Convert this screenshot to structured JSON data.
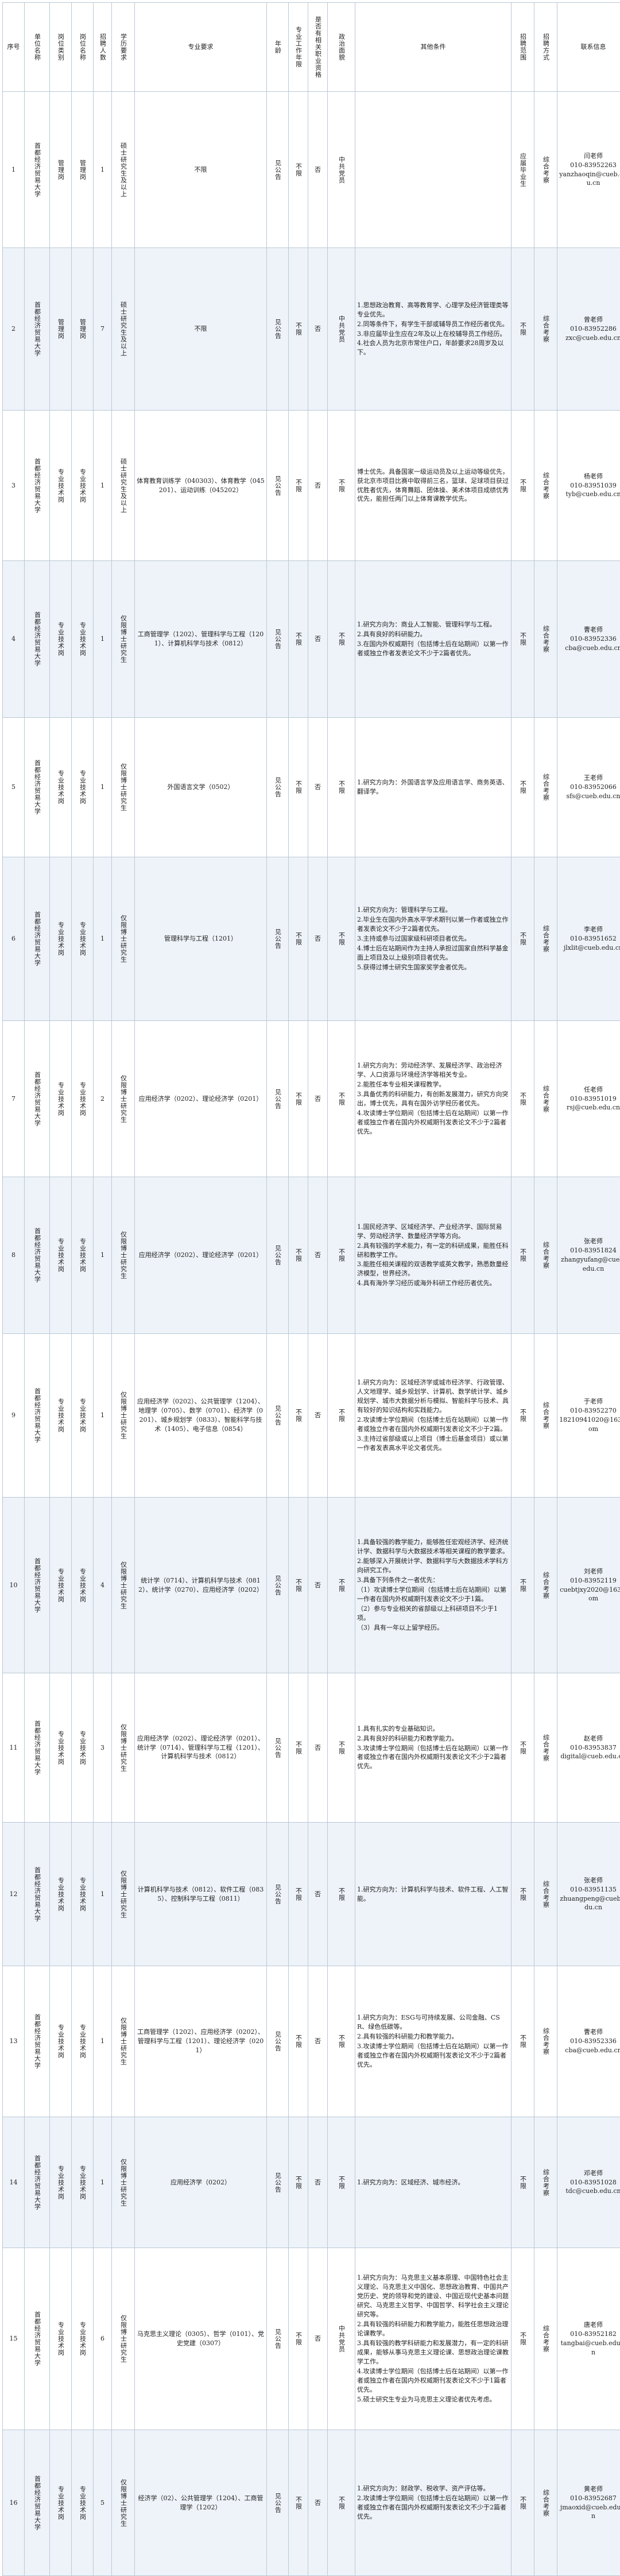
{
  "headers": {
    "no": "序号",
    "unit": "单位名称",
    "post_category": "岗位类别",
    "post_level": "岗位名称",
    "count": "招聘人数",
    "education": "学历要求",
    "major": "专业要求",
    "age": "年龄",
    "work_exp": "专业工作年限",
    "related": "是否有相关职业资格",
    "politics": "政治面貌",
    "other": "其他条件",
    "scope": "招聘范围",
    "method": "招聘方式",
    "contact": "联系信息"
  },
  "rows": [
    {
      "no": "1",
      "unit": "首都经济贸易大学",
      "post_category": "管理岗",
      "post_level": "管理岗",
      "count": "1",
      "education": "硕士研究生及以上",
      "major": "不限",
      "age": "见公告",
      "work_exp": "不限",
      "related": "否",
      "politics": "中共党员",
      "other": [],
      "scope": "应届毕业生",
      "method": "综合考察",
      "contact": [
        "闫老师",
        "010-83952263",
        "yanzhaoqin@cueb.edu.cn"
      ]
    },
    {
      "no": "2",
      "unit": "首都经济贸易大学",
      "post_category": "管理岗",
      "post_level": "管理岗",
      "count": "7",
      "education": "硕士研究生及以上",
      "major": "不限",
      "age": "见公告",
      "work_exp": "不限",
      "related": "否",
      "politics": "中共党员",
      "other": [
        "1.思想政治教育、高等教育学、心理学及经济管理类等专业优先。",
        "2.同等条件下，有学生干部或辅导员工作经历者优先。",
        "3.非应届毕业生应在2年及以上在校辅导员工作经历。",
        "4.社会人员为北京市常住户口，年龄要求28周岁及以下。"
      ],
      "scope": "不限",
      "method": "综合考察",
      "contact": [
        "曾老师",
        "010-83952286",
        "zxc@cueb.edu.cn"
      ]
    },
    {
      "no": "3",
      "unit": "首都经济贸易大学",
      "post_category": "专业技术岗",
      "post_level": "专业技术岗",
      "count": "1",
      "education": "硕士研究生及以上",
      "major": "体育教育训练学（040303）、体育教学（045201）、运动训练（045202）",
      "age": "见公告",
      "work_exp": "不限",
      "related": "否",
      "politics": "不限",
      "other": [
        "博士优先。具备国家一级运动员及以上运动等级优先，获北京市项目比赛中取得前三名，篮球、足球项目获过优胜者优先，体育舞蹈、团体操、美术体项目成绩优秀优先，能担任两门以上体育课教学优先。"
      ],
      "scope": "不限",
      "method": "综合考察",
      "contact": [
        "杨老师",
        "010-83951039",
        "tyb@cueb.edu.cn"
      ]
    },
    {
      "no": "4",
      "unit": "首都经济贸易大学",
      "post_category": "专业技术岗",
      "post_level": "专业技术岗",
      "count": "1",
      "education": "仅限博士研究生",
      "major": "工商管理学（1202）、管理科学与工程（1201）、计算机科学与技术（0812）",
      "age": "见公告",
      "work_exp": "不限",
      "related": "否",
      "politics": "不限",
      "other": [
        "1.研究方向为：商业人工智能、管理科学与工程。",
        "2.具有良好的科研能力。",
        "3.在国内外权威期刊（包括博士后在站期间）以第一作者或独立作者发表论文不少于2篇者优先。"
      ],
      "scope": "不限",
      "method": "综合考察",
      "contact": [
        "曹老师",
        "010-83952336",
        "cba@cueb.edu.cn"
      ]
    },
    {
      "no": "5",
      "unit": "首都经济贸易大学",
      "post_category": "专业技术岗",
      "post_level": "专业技术岗",
      "count": "1",
      "education": "仅限博士研究生",
      "major": "外国语言文学（0502）",
      "age": "见公告",
      "work_exp": "不限",
      "related": "否",
      "politics": "不限",
      "other": [
        "1.研究方向为：外国语言学及应用语言学、商务英语、翻译学。"
      ],
      "scope": "不限",
      "method": "综合考察",
      "contact": [
        "王老师",
        "010-83952066",
        "sfs@cueb.edu.cn"
      ]
    },
    {
      "no": "6",
      "unit": "首都经济贸易大学",
      "post_category": "专业技术岗",
      "post_level": "专业技术岗",
      "count": "1",
      "education": "仅限博士研究生",
      "major": "管理科学与工程（1201）",
      "age": "见公告",
      "work_exp": "不限",
      "related": "否",
      "politics": "不限",
      "other": [
        "1.研究方向为：管理科学与工程。",
        "2.毕业生在国内外高水平学术期刊以第一作者或独立作者发表论文不少于2篇者优先。",
        "3.主持或参与过国家级科研项目者优先。",
        "4.博士后在站期间作为主持人承担过国家自然科学基金面上项目及以上级别项目者优先。",
        "5.获得过博士研究生国家奖学金者优先。"
      ],
      "scope": "不限",
      "method": "综合考察",
      "contact": [
        "李老师",
        "010-83951652",
        "jlxlit@cueb.edu.cn"
      ]
    },
    {
      "no": "7",
      "unit": "首都经济贸易大学",
      "post_category": "专业技术岗",
      "post_level": "专业技术岗",
      "count": "2",
      "education": "仅限博士研究生",
      "major": "应用经济学（0202）、理论经济学（0201）",
      "age": "见公告",
      "work_exp": "不限",
      "related": "否",
      "politics": "不限",
      "other": [
        "1.研究方向为：劳动经济学、发展经济学、政治经济学、人口资源与环境经济学等相关专业。",
        "2.能胜任本专业相关课程教学。",
        "3.具备优秀的科研能力，有创新发展潜力，研究方向突出，博士优先，具有在国外访学经历者优先。",
        "4.攻读博士学位期间（包括博士后在站期间）以第一作者或独立作者在国内外权威期刊发表论文不少于2篇者优先。"
      ],
      "scope": "不限",
      "method": "综合考察",
      "contact": [
        "任老师",
        "010-83951019",
        "rsj@cueb.edu.cn"
      ]
    },
    {
      "no": "8",
      "unit": "首都经济贸易大学",
      "post_category": "专业技术岗",
      "post_level": "专业技术岗",
      "count": "1",
      "education": "仅限博士研究生",
      "major": "应用经济学（0202）、理论经济学（0201）",
      "age": "见公告",
      "work_exp": "不限",
      "related": "否",
      "politics": "不限",
      "other": [
        "1.国民经济学、区域经济学、产业经济学、国际贸易学、劳动经济学、数量经济学等方向。",
        "2.具有较强的学术能力，有一定的科研成果，能胜任科研和教学工作。",
        "3.能胜任相关课程的双语教学或英文教学，熟悉数量经济模型，世界经济。",
        "4.具有海外学习经历或海外科研工作经历者优先。"
      ],
      "scope": "不限",
      "method": "综合考察",
      "contact": [
        "张老师",
        "010-83951824",
        "zhangyufang@cueb.edu.cn"
      ]
    },
    {
      "no": "9",
      "unit": "首都经济贸易大学",
      "post_category": "专业技术岗",
      "post_level": "专业技术岗",
      "count": "1",
      "education": "仅限博士研究生",
      "major": "应用经济学（0202）、公共管理学（1204）、地理学（0705）、数学（0701）、经济学（0201）、城乡规划学（0833）、智能科学与技术（1405）、电子信息（0854）",
      "age": "见公告",
      "work_exp": "不限",
      "related": "否",
      "politics": "不限",
      "other": [
        "1.研究方向为：区域经济学或城市经济学、行政管理、人文地理学、城乡规划学、计算机、数学统计学、城乡规划学、城市大数据分析与模拟、智能科学与技术、具有较好的知识结构和实践能力。",
        "2.攻读博士学位期间（包括博士后在站期间）以第一作者或独立作者在国内外权威期刊发表论文不少于2篇。",
        "3.主持过省部级或以上项目（博士后基金项目）或以第一作者发表高水平论文者优先。"
      ],
      "scope": "不限",
      "method": "综合考察",
      "contact": [
        "于老师",
        "010-83952270",
        "18210941020@163.com"
      ]
    },
    {
      "no": "10",
      "unit": "首都经济贸易大学",
      "post_category": "专业技术岗",
      "post_level": "专业技术岗",
      "count": "4",
      "education": "仅限博士研究生",
      "major": "统计学（0714）、计算机科学与技术（0812）、统计学（0270）、应用经济学（0202）",
      "age": "见公告",
      "work_exp": "不限",
      "related": "否",
      "politics": "不限",
      "other": [
        "1.具备较强的教学能力，能够胜任宏观经济学、经济统计学、数据科学与大数据技术等相关课程的教学要求。",
        "2.能够深入开展统计学、数据科学与大数据技术学科方向研究工作。",
        "3.具备下列条件之一者优先：",
        "（1）攻读博士学位期间（包括博士后在站期间）以第一作者在国内外权威期刊发表论文不少于1篇。",
        "（2）参与专业相关的省部级以上科研项目不少于1项。",
        "（3）具有一年以上留学经历。"
      ],
      "scope": "不限",
      "method": "综合考察",
      "contact": [
        "刘老师",
        "010-83952119",
        "cuebtjxy2020@163.com"
      ]
    },
    {
      "no": "11",
      "unit": "首都经济贸易大学",
      "post_category": "专业技术岗",
      "post_level": "专业技术岗",
      "count": "3",
      "education": "仅限博士研究生",
      "major": "应用经济学（0202）、理论经济学（0201）、统计学（0714）、管理科学与工程（1201）、计算机科学与技术（0812）",
      "age": "见公告",
      "work_exp": "不限",
      "related": "否",
      "politics": "不限",
      "other": [
        "1.具有扎实的专业基础知识。",
        "2.具有良好的科研能力和教学能力。",
        "3.攻读博士学位期间（包括博士后在站期间）以第一作者或独立作者在国内外权威期刊发表论文不少于2篇者优先。"
      ],
      "scope": "不限",
      "method": "综合考察",
      "contact": [
        "赵老师",
        "010-83953837",
        "digital@cueb.edu.cn"
      ]
    },
    {
      "no": "12",
      "unit": "首都经济贸易大学",
      "post_category": "专业技术岗",
      "post_level": "专业技术岗",
      "count": "1",
      "education": "仅限博士研究生",
      "major": "计算机科学与技术（0812）、软件工程（0835）、控制科学与工程（0811）",
      "age": "见公告",
      "work_exp": "不限",
      "related": "否",
      "politics": "不限",
      "other": [
        "1.研究方向为：计算机科学与技术、软件工程、人工智能。"
      ],
      "scope": "不限",
      "method": "综合考察",
      "contact": [
        "张老师",
        "010-83951135",
        "zhuangpeng@cueb.edu.cn"
      ]
    },
    {
      "no": "13",
      "unit": "首都经济贸易大学",
      "post_category": "专业技术岗",
      "post_level": "专业技术岗",
      "count": "1",
      "education": "仅限博士研究生",
      "major": "工商管理学（1202）、应用经济学（0202）、管理科学与工程（1201）、理论经济学（0201）",
      "age": "见公告",
      "work_exp": "不限",
      "related": "否",
      "politics": "不限",
      "other": [
        "1.研究方向为：ESG与可持续发展、公司金融、CSR、绿色低碳等。",
        "2.具有较强的科研能力和教学能力。",
        "3.攻读博士学位期间（包括博士后在站期间）以第一作者或独立作者在国内外权威期刊发表论文不少于2篇者优先。"
      ],
      "scope": "不限",
      "method": "综合考察",
      "contact": [
        "曹老师",
        "010-83952336",
        "cba@cueb.edu.cn"
      ]
    },
    {
      "no": "14",
      "unit": "首都经济贸易大学",
      "post_category": "专业技术岗",
      "post_level": "专业技术岗",
      "count": "1",
      "education": "仅限博士研究生",
      "major": "应用经济学（0202）",
      "age": "见公告",
      "work_exp": "不限",
      "related": "否",
      "politics": "不限",
      "other": [
        "1.研究方向为：区域经济、城市经济。"
      ],
      "scope": "不限",
      "method": "综合考察",
      "contact": [
        "邓老师",
        "010-83951028",
        "tdc@cueb.edu.cn"
      ]
    },
    {
      "no": "15",
      "unit": "首都经济贸易大学",
      "post_category": "专业技术岗",
      "post_level": "专业技术岗",
      "count": "6",
      "education": "仅限博士研究生",
      "major": "马克思主义理论（0305）、哲学（0101）、党史党建（0307）",
      "age": "见公告",
      "work_exp": "不限",
      "related": "否",
      "politics": "中共党员",
      "other": [
        "1.研究方向为：马克思主义基本原理、中国特色社会主义理论、马克思主义中国化、思想政治教育、中国共产党历史、党的领导和党的建设、中国近现代史基本问题研究、马克思主义哲学、中国哲学、科学社会主义理论研究等。",
        "2.具有较强的科研能力和教学能力，能胜任思想政治理论课教学。",
        "3.具有较强的教学科研能力和发展潜力，有一定的科研成果，能够从事马克思主义理论课、思想政治理论课教学工作。",
        "4.攻读博士学位期间（包括博士后在站期间）以第一作者或独立作者在国内外权威期刊发表论文不少于1篇者优先。",
        "5.硕士研究生专业为马克思主义理论者优先考虑。"
      ],
      "scope": "不限",
      "method": "综合考察",
      "contact": [
        "唐老师",
        "010-83952182",
        "tangbai@cueb.edu.cn"
      ]
    },
    {
      "no": "16",
      "unit": "首都经济贸易大学",
      "post_category": "专业技术岗",
      "post_level": "专业技术岗",
      "count": "5",
      "education": "仅限博士研究生",
      "major": "经济学（02）、公共管理学（1204）、工商管理学（1202）",
      "age": "见公告",
      "work_exp": "不限",
      "related": "否",
      "politics": "不限",
      "other": [
        "1.研究方向为：财政学、税收学、资产评估等。",
        "2.攻读博士学位期间（包括博士后在站期间）以第一作者或独立作者在国内外权威期刊发表论文不少于2篇者优先。"
      ],
      "scope": "不限",
      "method": "综合考察",
      "contact": [
        "黄老师",
        "010-83952687",
        "jmaoxid@cueb.edu.cn"
      ]
    }
  ]
}
